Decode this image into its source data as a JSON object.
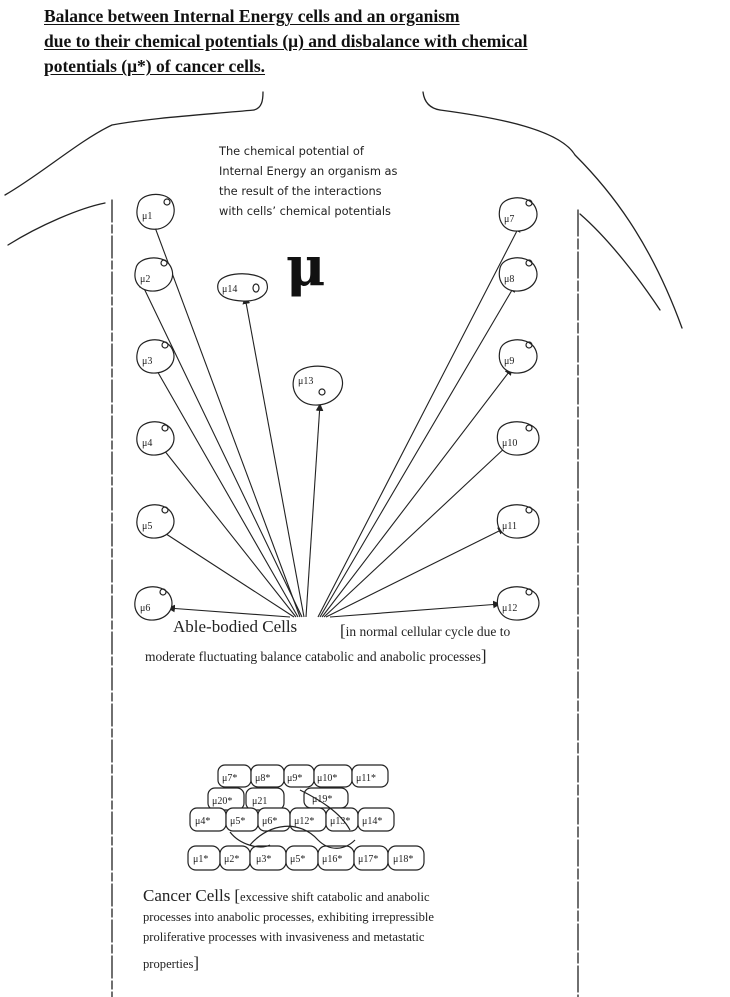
{
  "title": {
    "line1": "Balance between Internal Energy cells and an organism",
    "line2": "due to their chemical potentials (μ) and disbalance with chemical",
    "line3": "potentials (μ*) of cancer cells."
  },
  "info_text": {
    "line1": "The chemical potential of",
    "line2": "Internal Energy an organism as",
    "line3": "the result of the interactions",
    "line4": "with cells’ chemical potentials"
  },
  "big_symbol": "μ",
  "healthy_cells": [
    {
      "label": "μ1"
    },
    {
      "label": "μ2"
    },
    {
      "label": "μ3"
    },
    {
      "label": "μ4"
    },
    {
      "label": "μ5"
    },
    {
      "label": "μ6"
    },
    {
      "label": "μ7"
    },
    {
      "label": "μ8"
    },
    {
      "label": "μ9"
    },
    {
      "label": "μ10"
    },
    {
      "label": "μ11"
    },
    {
      "label": "μ12"
    },
    {
      "label": "μ13"
    },
    {
      "label": "μ14"
    }
  ],
  "able_bodied": {
    "label": "Able-bodied Cells",
    "bracket_open": "[",
    "note_line1": "in normal cellular cycle due to",
    "note_line2": "moderate fluctuating balance catabolic and anabolic processes",
    "bracket_close": "]"
  },
  "cancer_cells": [
    {
      "label": "μ7*"
    },
    {
      "label": "μ8*"
    },
    {
      "label": "μ9*"
    },
    {
      "label": "μ10*"
    },
    {
      "label": "μ11*"
    },
    {
      "label": "μ20*"
    },
    {
      "label": "μ21"
    },
    {
      "label": "μ19*"
    },
    {
      "label": "μ4*"
    },
    {
      "label": "μ5*"
    },
    {
      "label": "μ6*"
    },
    {
      "label": "μ12*"
    },
    {
      "label": "μ13*"
    },
    {
      "label": "μ14*"
    },
    {
      "label": "μ1*"
    },
    {
      "label": "μ2*"
    },
    {
      "label": "μ3*"
    },
    {
      "label": "μ5*"
    },
    {
      "label": "μ16*"
    },
    {
      "label": "μ17*"
    },
    {
      "label": "μ18*"
    }
  ],
  "cancer": {
    "label": "Cancer Cells",
    "bracket_open": "[",
    "note_line1": "excessive shift catabolic and anabolic",
    "note_line2": "processes into anabolic processes, exhibiting irrepressible",
    "note_line3": "proliferative processes with invasiveness and metastatic",
    "note_line4": "properties",
    "bracket_close": "]"
  },
  "colors": {
    "ink": "#222222",
    "background": "#ffffff"
  }
}
